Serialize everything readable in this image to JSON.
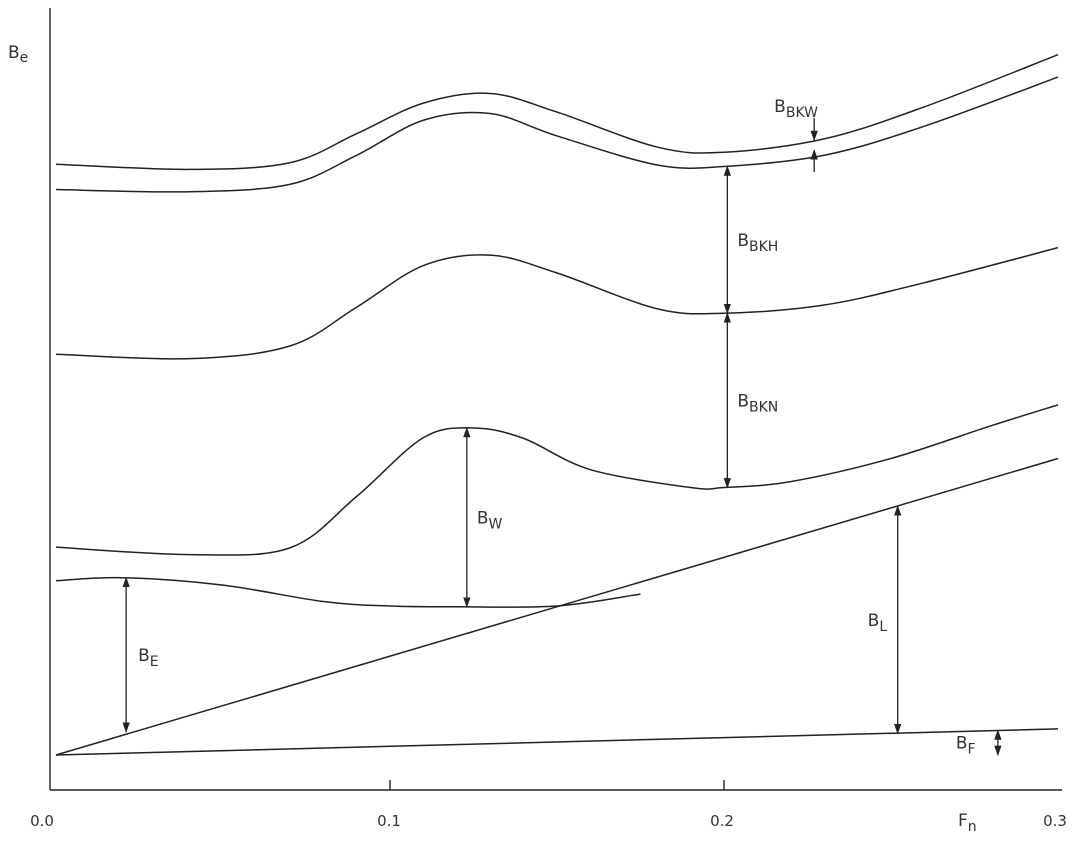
{
  "chart_data": {
    "type": "line",
    "y_axis_label": {
      "main": "B",
      "sub": "e"
    },
    "x_axis_label": {
      "main": "F",
      "sub": "n"
    },
    "x_ticks": [
      "0.0",
      "0.1",
      "0.2",
      "0.3"
    ],
    "x_tick_values": [
      0.0,
      0.1,
      0.2,
      0.3
    ],
    "xlim": [
      0.0,
      0.3
    ],
    "ylim": [
      0,
      100
    ],
    "grid": false,
    "series": [
      {
        "id": "bf_line",
        "values": [
          [
            0.0,
            0.0
          ],
          [
            0.3,
            3.5
          ]
        ]
      },
      {
        "id": "bl_line",
        "values": [
          [
            0.0,
            0.0
          ],
          [
            0.3,
            39.8
          ]
        ]
      },
      {
        "id": "be_line",
        "values": [
          [
            0.0,
            23.4
          ],
          [
            0.02,
            23.8
          ],
          [
            0.05,
            22.8
          ],
          [
            0.08,
            20.6
          ],
          [
            0.1,
            20.0
          ],
          [
            0.12,
            19.9
          ],
          [
            0.15,
            20.0
          ],
          [
            0.175,
            21.6
          ]
        ]
      },
      {
        "id": "bw_curve",
        "values": [
          [
            0.0,
            27.9
          ],
          [
            0.04,
            26.9
          ],
          [
            0.07,
            27.8
          ],
          [
            0.09,
            34.7
          ],
          [
            0.11,
            42.6
          ],
          [
            0.125,
            43.9
          ],
          [
            0.14,
            42.5
          ],
          [
            0.16,
            38.3
          ],
          [
            0.19,
            35.9
          ],
          [
            0.2,
            35.9
          ],
          [
            0.22,
            36.7
          ],
          [
            0.25,
            39.8
          ],
          [
            0.28,
            44.2
          ],
          [
            0.3,
            47.0
          ]
        ]
      },
      {
        "id": "bkn_curve",
        "values": [
          [
            0.0,
            53.8
          ],
          [
            0.04,
            53.2
          ],
          [
            0.07,
            54.9
          ],
          [
            0.09,
            60.1
          ],
          [
            0.11,
            65.7
          ],
          [
            0.13,
            67.1
          ],
          [
            0.15,
            64.7
          ],
          [
            0.18,
            59.9
          ],
          [
            0.2,
            59.3
          ],
          [
            0.23,
            60.4
          ],
          [
            0.26,
            63.4
          ],
          [
            0.3,
            68.1
          ]
        ]
      },
      {
        "id": "bkh_curve",
        "values": [
          [
            0.0,
            75.9
          ],
          [
            0.04,
            75.6
          ],
          [
            0.07,
            76.6
          ],
          [
            0.09,
            80.5
          ],
          [
            0.11,
            85.2
          ],
          [
            0.13,
            86.1
          ],
          [
            0.15,
            83.1
          ],
          [
            0.18,
            79.2
          ],
          [
            0.2,
            79.0
          ],
          [
            0.23,
            80.5
          ],
          [
            0.26,
            84.4
          ],
          [
            0.3,
            91.0
          ]
        ]
      },
      {
        "id": "bkw_curve",
        "values": [
          [
            0.0,
            79.3
          ],
          [
            0.04,
            78.6
          ],
          [
            0.07,
            79.5
          ],
          [
            0.09,
            83.4
          ],
          [
            0.11,
            87.5
          ],
          [
            0.13,
            88.8
          ],
          [
            0.15,
            86.3
          ],
          [
            0.18,
            81.6
          ],
          [
            0.2,
            80.9
          ],
          [
            0.23,
            82.7
          ],
          [
            0.26,
            87.0
          ],
          [
            0.3,
            94.0
          ]
        ]
      }
    ],
    "dimensions": [
      {
        "id": "be",
        "label_main": "B",
        "label_sub": "E",
        "x": 0.021,
        "y_from": 3.1,
        "y_to": 23.8
      },
      {
        "id": "bw",
        "label_main": "B",
        "label_sub": "W",
        "x": 0.123,
        "y_from": 19.9,
        "y_to": 43.9
      },
      {
        "id": "bkn",
        "label_main": "B",
        "label_sub": "BKN",
        "x": 0.201,
        "y_from": 35.9,
        "y_to": 59.3
      },
      {
        "id": "bkh",
        "label_main": "B",
        "label_sub": "BKH",
        "x": 0.201,
        "y_from": 59.3,
        "y_to": 79.0
      },
      {
        "id": "bl",
        "label_main": "B",
        "label_sub": "L",
        "x": 0.252,
        "y_from": 2.9,
        "y_to": 33.4
      },
      {
        "id": "bf",
        "label_main": "B",
        "label_sub": "F",
        "x": 0.282,
        "y_from": 0.0,
        "y_to": 3.3
      },
      {
        "id": "bkw",
        "label_main": "B",
        "label_sub": "BKW",
        "x": 0.227,
        "y_from": 81.6,
        "y_to": 81.6,
        "outside": true
      }
    ]
  }
}
